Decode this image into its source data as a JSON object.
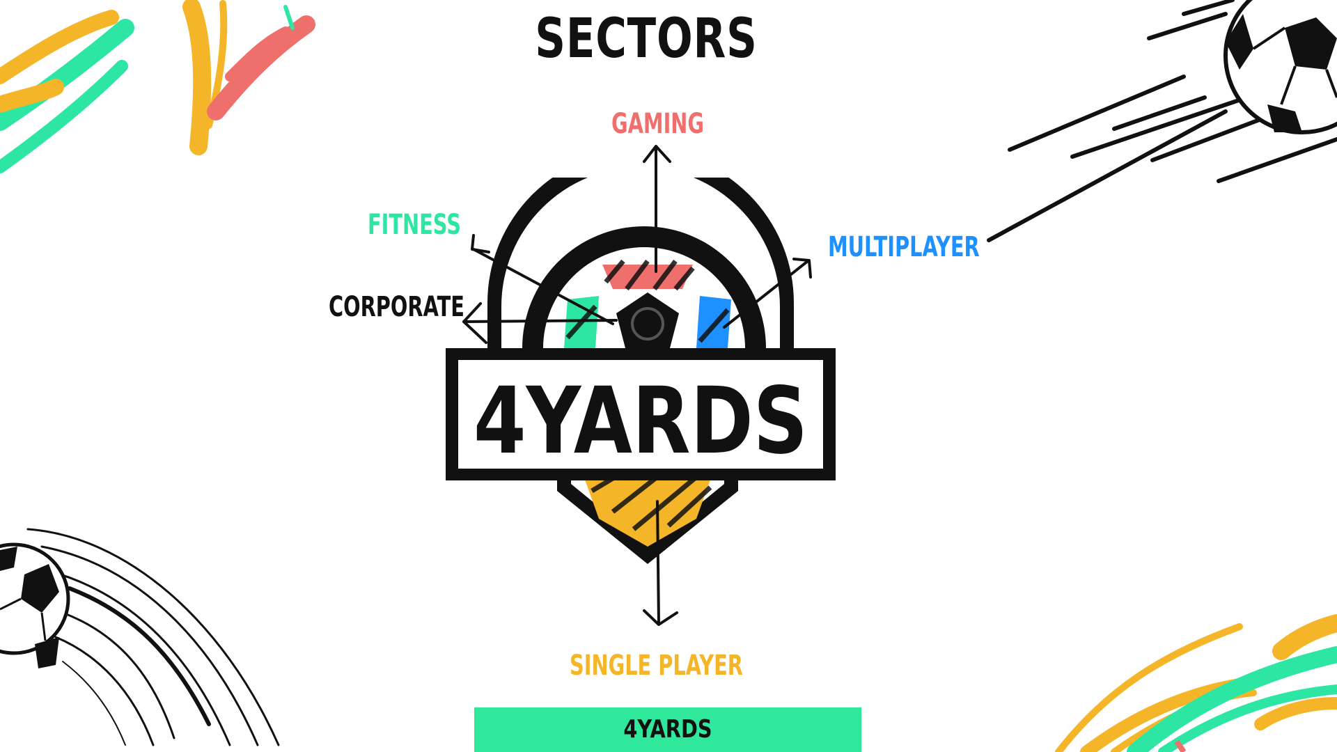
{
  "slide": {
    "title": "SECTORS",
    "footer": "4YARDS"
  },
  "logo": {
    "text": "4YARDS",
    "colors": {
      "gaming": "#ef6f6c",
      "fitness": "#2ee6a4",
      "multiplayer": "#1e90ff",
      "single": "#f5b528",
      "ink": "#111111"
    }
  },
  "sectors": {
    "gaming": "GAMING",
    "fitness": "FITNESS",
    "corporate": "CORPORATE",
    "multiplayer": "MULTIPLAYER",
    "single": "SINGLE PLAYER"
  },
  "decor": {
    "top_left": "paint-strokes",
    "top_right": "soccer-ball-icon",
    "bottom_left": "soccer-ball-icon",
    "bottom_right": "paint-strokes"
  }
}
